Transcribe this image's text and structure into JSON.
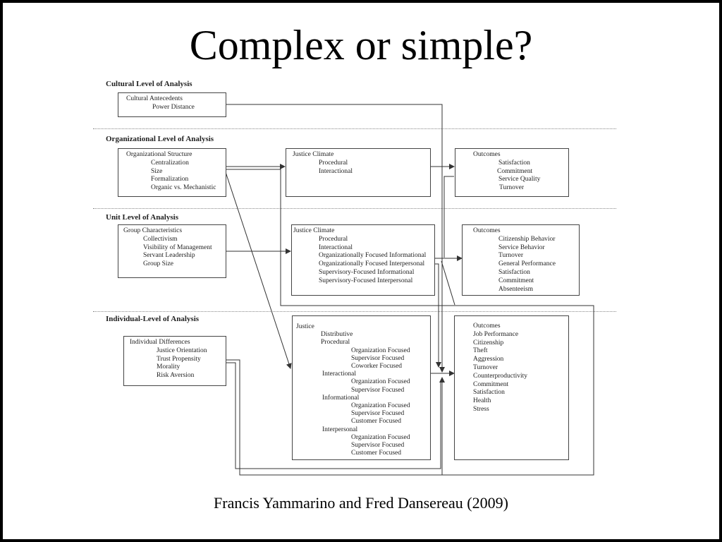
{
  "slide": {
    "title": "Complex or simple?",
    "caption": "Francis Yammarino and Fred Dansereau (2009)"
  },
  "levels": {
    "cultural": "Cultural Level of Analysis",
    "organizational": "Organizational Level of Analysis",
    "unit": "Unit Level of Analysis",
    "individual": "Individual-Level of Analysis"
  },
  "boxes": {
    "cultural_antecedents": {
      "lines": [
        "Cultural Antecedents",
        "Power Distance"
      ]
    },
    "org_structure": {
      "lines": [
        "Organizational Structure",
        "Centralization",
        "Size",
        "Formalization",
        "Organic vs. Mechanistic"
      ]
    },
    "org_justice_climate": {
      "lines": [
        "Justice Climate",
        "Procedural",
        "Interactional"
      ]
    },
    "org_outcomes": {
      "lines": [
        "Outcomes",
        "Satisfaction",
        "Commitment",
        "Service Quality",
        "Turnover"
      ]
    },
    "group_characteristics": {
      "lines": [
        "Group Characteristics",
        "Collectivism",
        "Visibility of Management",
        "Servant Leadership",
        "Group Size"
      ]
    },
    "unit_justice_climate": {
      "lines": [
        "Justice Climate",
        "Procedural",
        "Interactional",
        "Organizationally Focused Informational",
        "Organizationally Focused Interpersonal",
        "Supervisory-Focused Informational",
        "Supervisory-Focused Interpersonal"
      ]
    },
    "unit_outcomes": {
      "lines": [
        "Outcomes",
        "Citizenship Behavior",
        "Service Behavior",
        "Turnover",
        "General Performance",
        "Satisfaction",
        "Commitment",
        "Absenteeism"
      ]
    },
    "individual_differences": {
      "lines": [
        "Individual Differences",
        "Justice Orientation",
        "Trust Propensity",
        "Morality",
        "Risk Aversion"
      ]
    },
    "individual_justice": {
      "lines": [
        "Justice",
        "Distributive",
        "Procedural",
        "Organization Focused",
        "Supervisor Focused",
        "Coworker Focused",
        "Interactional",
        "Organization Focused",
        "Supervisor Focused",
        "Informational",
        "Organization Focused",
        "Supervisor Focused",
        "Customer Focused",
        "Interpersonal",
        "Organization Focused",
        "Supervisor Focused",
        "Customer Focused"
      ]
    },
    "individual_outcomes": {
      "lines": [
        "Outcomes",
        "Job Performance",
        "Citizenship",
        "Theft",
        "Aggression",
        "Turnover",
        "Counterproductivity",
        "Commitment",
        "Satisfaction",
        "Health",
        "Stress"
      ]
    }
  }
}
